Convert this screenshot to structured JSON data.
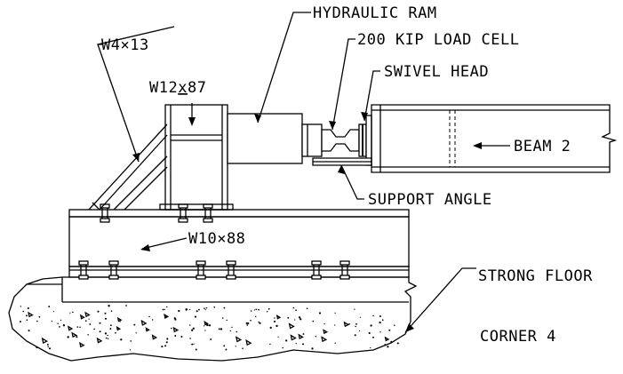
{
  "labels": {
    "hydraulic_ram": "HYDRAULIC RAM",
    "load_cell": "200 KIP LOAD CELL",
    "swivel_head": "SWIVEL HEAD",
    "w4x13": "W4×13",
    "w12x87_prefix": "W12",
    "w12x87_x": "x",
    "w12x87_suffix": "87",
    "beam_2": "BEAM 2",
    "support_angle": "SUPPORT ANGLE",
    "w10x88": "W10×88",
    "strong_floor": "STRONG FLOOR",
    "corner": "CORNER 4"
  },
  "colors": {
    "ink": "#000000",
    "paper": "#ffffff"
  }
}
